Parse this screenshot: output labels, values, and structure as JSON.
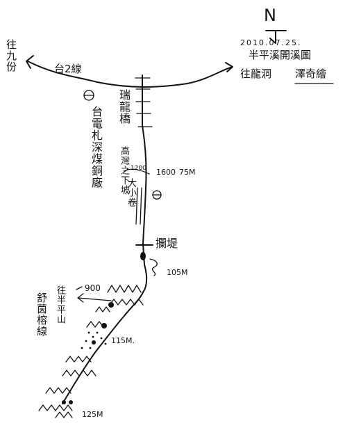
{
  "north": {
    "letter": "N"
  },
  "credit": {
    "date": "2010.07.25.",
    "line1": "半平溪開溪圖",
    "line2a": "往龍洞",
    "line2b": "澤奇繪"
  },
  "road": {
    "name": "台2線",
    "west_dest": "往九份"
  },
  "landmarks": {
    "bridge": "瑞龍橋",
    "factory": "台電札深煤銅廠",
    "trail_note": "高灣之下坡",
    "trail_note2": "大小卷",
    "dam": "攔堤",
    "south_dest": "往半平山",
    "vertical_left": "舒茵榕線"
  },
  "readouts": {
    "elev1": "1600",
    "elev1b": "75M",
    "elev_small": "1200",
    "elev2": "105M",
    "elev3": "115M.",
    "elev4": "125M",
    "time": "900"
  },
  "icons": [
    "north-arrow-icon",
    "water-pump-icon",
    "waterfall-icon"
  ]
}
